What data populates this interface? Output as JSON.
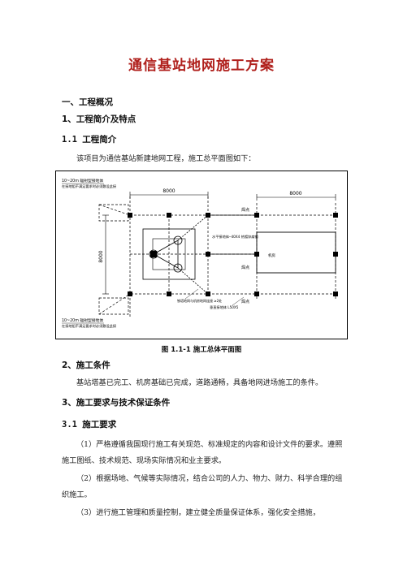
{
  "document": {
    "title": "通信基站地网施工方案",
    "section1_heading": "一、工程概况",
    "subsection1_heading": "1、工程简介及特点",
    "subsection1_1_heading": "1.1 工程简介",
    "subsection1_1_text": "该项目为通信基站新建地网工程，施工总平面图如下：",
    "figure_caption": "图 1.1-1 施工总体平面图",
    "subsection2_heading": "2、施工条件",
    "subsection2_text": "基站塔基已完工、机房基础已完成，道路通畅，具备地网进场施工的条件。",
    "subsection3_heading": "3、施工要求与技术保证条件",
    "subsection3_1_heading": "3.1 施工要求",
    "requirement_1": "（1）严格遵循我国现行施工有关现范、标准规定的内容和设计文件的要求。遵照施工图纸、技术规范、现场实际情况和业主要求。",
    "requirement_2": "（2）根据场地、气候等实际情况，结合公司的人力、物力、财力、科学合理的组织施工。",
    "requirement_3": "（3）进行施工管理和质量控制，建立健全质量保证体系，强化安全措施，"
  },
  "drawing": {
    "dim_left_top": "8000",
    "dim_left_side": "8000",
    "dim_right_top": "8000",
    "label_top_line1": "10~20m 辐射型接地体",
    "label_top_line2": "在接地阻不满足要求时必须敷设此接",
    "label_bottom_line1": "10~20m 辐射型接地体",
    "label_bottom_line2": "在接地阻不满足要求时必须敷设此接",
    "label_point_a": "焊点",
    "label_point_b": "焊点",
    "label_point_c": "焊点",
    "label_steel": "水平接地体─40X4 热镀锌扁钢",
    "label_room": "机房",
    "label_angle": "垂直接地体 L50X5",
    "label_connect": "铁塔地网与机房地网连接 ≥2处"
  }
}
